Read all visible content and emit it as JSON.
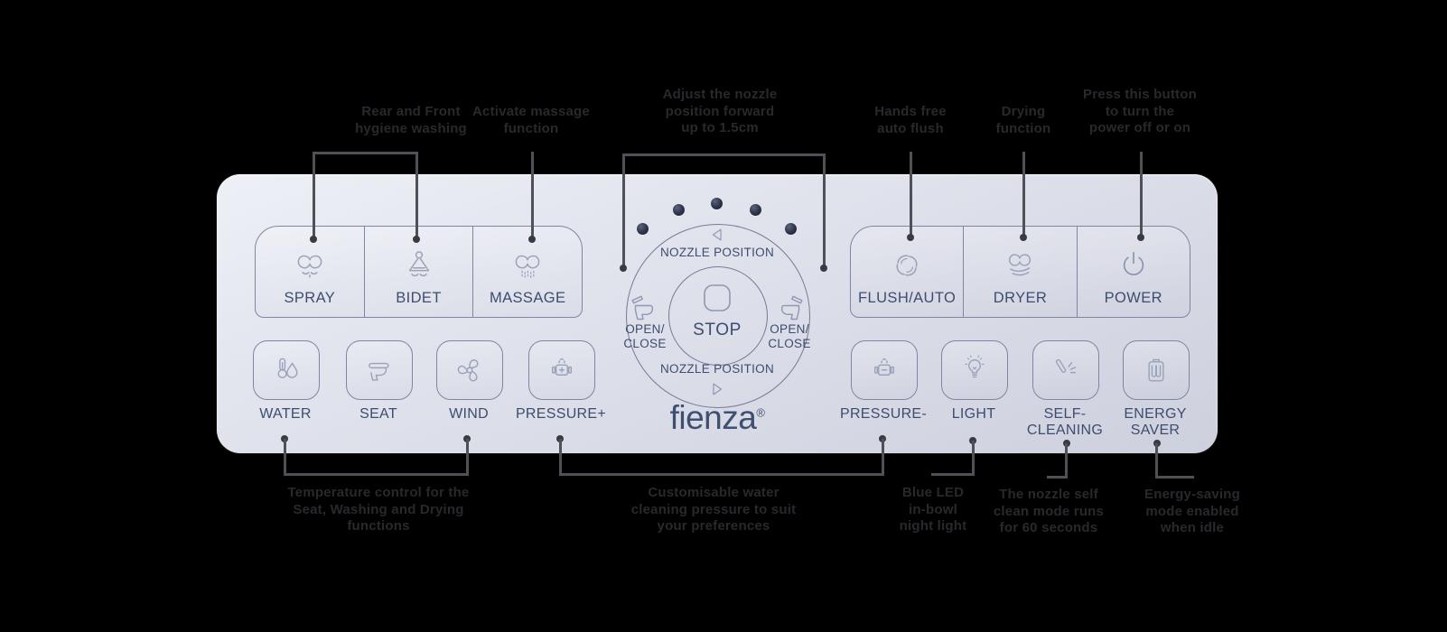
{
  "colors": {
    "background": "#000000",
    "panel": "#dde0ea",
    "panel_border": "#7d86a3",
    "label_text": "#3d4d6e",
    "icon_stroke": "#99a2ba",
    "annotation_text": "#28292d",
    "leader_line": "#505156",
    "led_dot": "#2c3247"
  },
  "panel": {
    "brand": "fienza",
    "brand_mark": "®",
    "buttons": {
      "spray": "SPRAY",
      "bidet": "BIDET",
      "massage": "MASSAGE",
      "flush": "FLUSH/AUTO",
      "dryer": "DRYER",
      "power": "POWER",
      "water": "WATER",
      "seat": "SEAT",
      "wind": "WIND",
      "pressure_plus": "PRESSURE+",
      "pressure_minus": "PRESSURE-",
      "light": "LIGHT",
      "self_cleaning": "SELF-\nCLEANING",
      "energy_saver": "ENERGY\nSAVER"
    },
    "dial": {
      "top_label": "NOZZLE POSITION",
      "bottom_label": "NOZZLE POSITION",
      "left_label": "OPEN/\nCLOSE",
      "right_label": "OPEN/\nCLOSE",
      "stop_label": "STOP",
      "led_count": 5
    },
    "icons": [
      "spray-icon",
      "bidet-icon",
      "massage-icon",
      "flush-icon",
      "dryer-icon",
      "power-icon",
      "water-icon",
      "seat-icon",
      "wind-icon",
      "pressure-plus-icon",
      "pressure-minus-icon",
      "light-icon",
      "self-cleaning-icon",
      "energy-saver-icon",
      "toilet-open-close-icon",
      "stop-icon",
      "nozzle-up-triangle-icon",
      "nozzle-down-triangle-icon"
    ]
  },
  "annotations": {
    "top": [
      {
        "text": "Rear and Front\nhygiene washing"
      },
      {
        "text": "Activate massage\nfunction"
      },
      {
        "text": "Adjust the nozzle\nposition forward\nup to 1.5cm"
      },
      {
        "text": "Hands free\nauto flush"
      },
      {
        "text": "Drying\nfunction"
      },
      {
        "text": "Press this button\nto turn the\npower off or on"
      }
    ],
    "bottom": [
      {
        "text": "Temperature control for the\nSeat, Washing and Drying\nfunctions"
      },
      {
        "text": "Customisable water\ncleaning pressure to suit\nyour preferences"
      },
      {
        "text": "Blue LED\nin-bowl\nnight light"
      },
      {
        "text": "The nozzle self\nclean mode runs\nfor 60 seconds"
      },
      {
        "text": "Energy-saving\nmode enabled\nwhen idle"
      }
    ]
  }
}
